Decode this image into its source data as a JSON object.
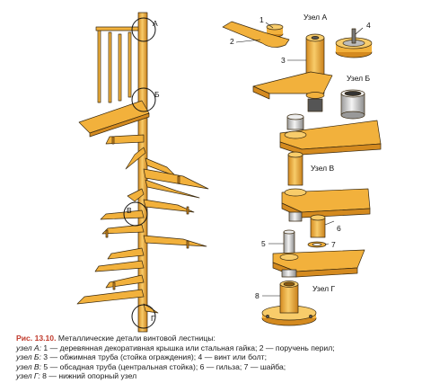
{
  "figure": {
    "callouts": {
      "a": "А",
      "b": "Б",
      "v": "В",
      "g": "Г"
    },
    "node_labels": {
      "a": "Узел А",
      "b": "Узел Б",
      "v": "Узел В",
      "g": "Узел Г"
    },
    "part_numbers": [
      "1",
      "2",
      "3",
      "4",
      "5",
      "6",
      "7",
      "8"
    ]
  },
  "caption": {
    "line1_head": "Рис. 13.10.",
    "line1_text": " Металлические детали винтовой лестницы:",
    "line2_node": "узел А:",
    "line2_text": " 1 — деревянная декоративная крышка или стальная гайка; 2 — поручень перил;",
    "line3_node": "узел Б:",
    "line3_text": " 3 — обжимная труба (стойка ограждения); 4 — винт или болт;",
    "line4_node": "узел В:",
    "line4_text": " 5 — обсадная труба (центральная стойка); 6 — гильза; 7 — шайба;",
    "line5_node": "узел Г:",
    "line5_text": " 8 — нижний опорный узел"
  },
  "colors": {
    "wood": "#F2B13C",
    "wood_dark": "#D48A1F",
    "wood_light": "#F8CC6A",
    "outline": "#3a2a10",
    "metal": "#d9d9d9",
    "caption_head": "#C0392B"
  }
}
